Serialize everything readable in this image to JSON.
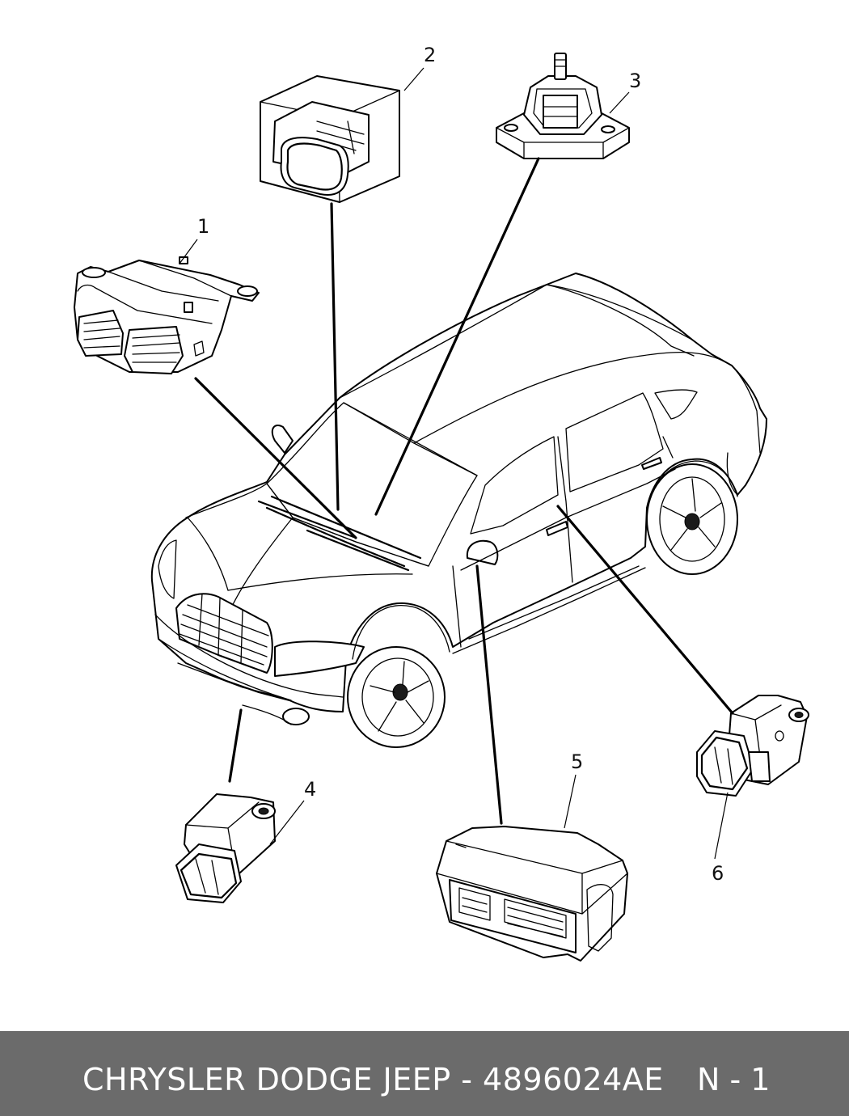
{
  "callouts": [
    "1",
    "2",
    "3",
    "4",
    "5",
    "6"
  ],
  "footer": {
    "title": "CHRYSLER DODGE JEEP - 4896024AE",
    "page": "N - 1",
    "background": "#6b6b6b",
    "text_color": "#ffffff"
  }
}
